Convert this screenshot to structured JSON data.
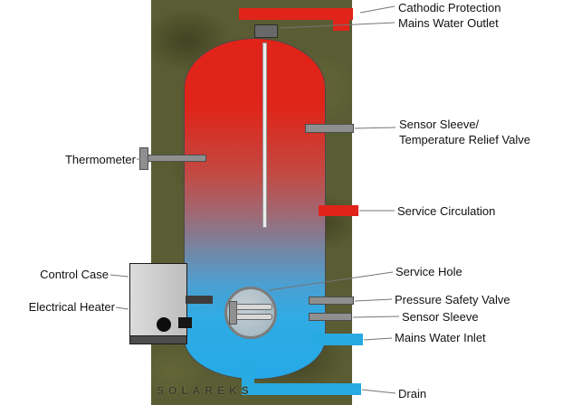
{
  "brand": "SOLAREKS",
  "labels": {
    "cathodic_protection": "Cathodic Protection",
    "mains_water_outlet": "Mains Water Outlet",
    "sensor_sleeve_trv_1": "Sensor Sleeve/",
    "sensor_sleeve_trv_2": "Temperature Relief Valve",
    "service_circulation": "Service Circulation",
    "service_hole": "Service Hole",
    "pressure_safety_valve": "Pressure Safety Valve",
    "sensor_sleeve": "Sensor Sleeve",
    "mains_water_inlet": "Mains Water Inlet",
    "drain": "Drain",
    "thermometer": "Thermometer",
    "control_case": "Control Case",
    "electrical_heater": "Electrical Heater"
  },
  "colors": {
    "hot": "#e1241a",
    "cold": "#27aae1",
    "fitting": "#8f8f8f",
    "panel": "#5a5c33"
  }
}
